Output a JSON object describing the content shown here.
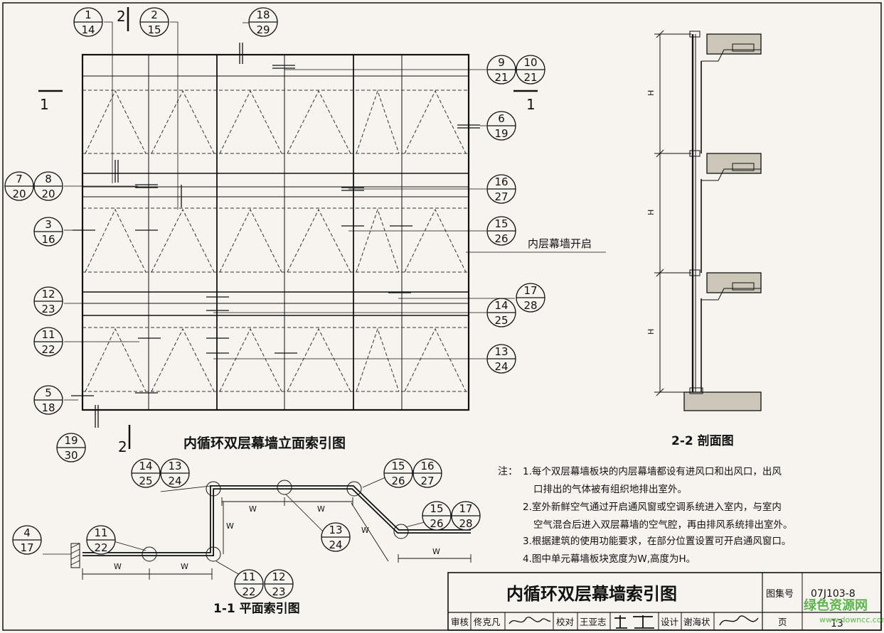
{
  "elevation": {
    "title": "内循环双层幕墙立面索引图",
    "section_mark_1": "1",
    "section_mark_2": "2",
    "opening_note": "内层幕墙开启"
  },
  "callouts": [
    {
      "id": "c-1-14",
      "top": "1",
      "bottom": "14"
    },
    {
      "id": "c-2-15",
      "top": "2",
      "bottom": "15"
    },
    {
      "id": "c-18-29",
      "top": "18",
      "bottom": "29"
    },
    {
      "id": "c-9-21",
      "top": "9",
      "bottom": "21"
    },
    {
      "id": "c-10-21",
      "top": "10",
      "bottom": "21"
    },
    {
      "id": "c-6-19",
      "top": "6",
      "bottom": "19"
    },
    {
      "id": "c-7-20",
      "top": "7",
      "bottom": "20"
    },
    {
      "id": "c-8-20",
      "top": "8",
      "bottom": "20"
    },
    {
      "id": "c-16-27",
      "top": "16",
      "bottom": "27"
    },
    {
      "id": "c-3-16",
      "top": "3",
      "bottom": "16"
    },
    {
      "id": "c-15-26",
      "top": "15",
      "bottom": "26"
    },
    {
      "id": "c-12-23",
      "top": "12",
      "bottom": "23"
    },
    {
      "id": "c-17-28",
      "top": "17",
      "bottom": "28"
    },
    {
      "id": "c-14-25",
      "top": "14",
      "bottom": "25"
    },
    {
      "id": "c-11-22",
      "top": "11",
      "bottom": "22"
    },
    {
      "id": "c-13-24",
      "top": "13",
      "bottom": "24"
    },
    {
      "id": "c-5-18",
      "top": "5",
      "bottom": "18"
    },
    {
      "id": "c-19-30",
      "top": "19",
      "bottom": "30"
    },
    {
      "id": "p-14-25",
      "top": "14",
      "bottom": "25"
    },
    {
      "id": "p-13-24a",
      "top": "13",
      "bottom": "24"
    },
    {
      "id": "p-15-26a",
      "top": "15",
      "bottom": "26"
    },
    {
      "id": "p-16-27",
      "top": "16",
      "bottom": "27"
    },
    {
      "id": "p-4-17",
      "top": "4",
      "bottom": "17"
    },
    {
      "id": "p-11-22a",
      "top": "11",
      "bottom": "22"
    },
    {
      "id": "p-15-26b",
      "top": "15",
      "bottom": "26"
    },
    {
      "id": "p-17-28",
      "top": "17",
      "bottom": "28"
    },
    {
      "id": "p-13-24b",
      "top": "13",
      "bottom": "24"
    },
    {
      "id": "p-11-22b",
      "top": "11",
      "bottom": "22"
    },
    {
      "id": "p-12-23",
      "top": "12",
      "bottom": "23"
    }
  ],
  "section": {
    "title": "2-2 剖面图",
    "dim_label": "H"
  },
  "plan": {
    "title": "1-1 平面索引图",
    "dim_label": "W",
    "section_mark": "1"
  },
  "notes": {
    "label": "注：",
    "lines": [
      "1.每个双层幕墙板块的内层幕墙都设有进风口和出风口，出风",
      "口排出的气体被有组织地排出室外。",
      "2.室外新鲜空气通过开启通风窗或空调系统进入室内，与室内",
      "空气混合后进入双层幕墙的空气腔，再由排风系统排出室外。",
      "3.根据建筑的使用功能要求，在部分位置设置可开启通风窗口。",
      "4.图中单元幕墙板块宽度为W,高度为H。"
    ]
  },
  "title_block": {
    "drawing_title": "内循环双层幕墙索引图",
    "atlas_label": "图集号",
    "atlas_no": "07J103-8",
    "review_label": "审核",
    "reviewer": "佟克凡",
    "check_label": "校对",
    "checker": "王亚志",
    "design_label": "设计",
    "designer": "谢海状",
    "page_label": "页",
    "page_no": "13"
  },
  "watermark": {
    "line1": "绿色资源网",
    "line2": "www.downcc.com"
  }
}
